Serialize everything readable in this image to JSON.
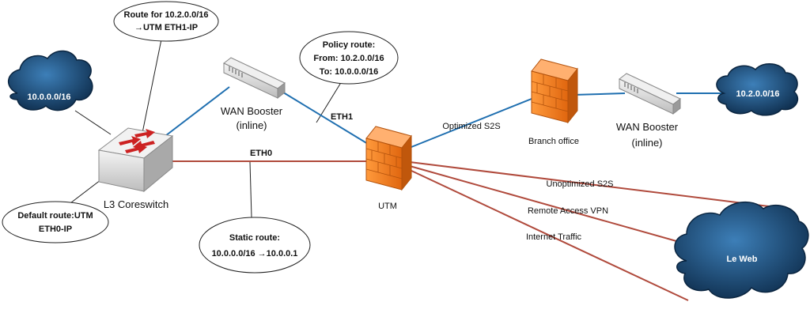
{
  "colors": {
    "lan_link": "#1f6fb0",
    "wan_link": "#b04a3c",
    "callout_line": "#222222",
    "firewall": "#f07a1e",
    "cloud_fill": "#1e4f7a",
    "switch_arrow": "#cc2222"
  },
  "clouds": {
    "left": "10.0.0.0/16",
    "right": "10.2.0.0/16",
    "internet": "Le Web"
  },
  "devices": {
    "coreswitch_label": "L3 Coreswitch",
    "booster_left_line1": "WAN Booster",
    "booster_left_line2": "(inline)",
    "booster_right_line1": "WAN Booster",
    "booster_right_line2": "(inline)",
    "utm_label": "UTM",
    "branch_label": "Branch office"
  },
  "links": {
    "eth1": "ETH1",
    "eth0": "ETH0",
    "optimized": "Optimized S2S",
    "unoptimized": "Unoptimized S2S",
    "remote_vpn": "Remote Access VPN",
    "internet": "Internet Traffic"
  },
  "callouts": {
    "route_top_line1": "Route for 10.2.0.0/16",
    "route_top_line2": "→UTM ETH1-IP",
    "policy_line1": "Policy route:",
    "policy_line2": "From: 10.2.0.0/16",
    "policy_line3": "To: 10.0.0.0/16",
    "default_line1": "Default route:UTM",
    "default_line2": "ETH0-IP",
    "static_line1": "Static route:",
    "static_line2": "10.0.0.0/16 →10.0.0.1"
  }
}
